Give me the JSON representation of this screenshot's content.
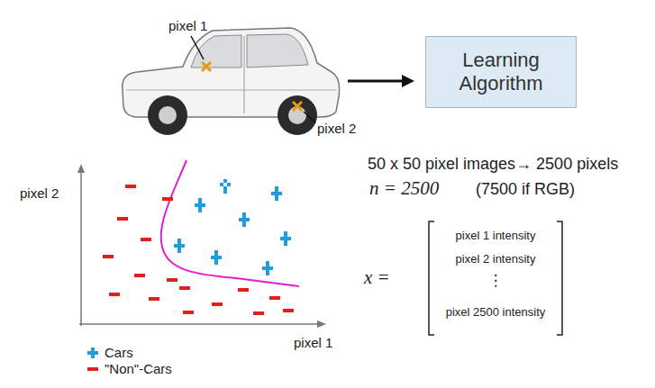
{
  "diagram": {
    "nodes": [
      {
        "text": [
          "Learning Algorithm"
        ]
      }
    ],
    "labels": [
      "pixel 1",
      "pixel 2",
      "50 x 50 pixel images→ 2500 pixels",
      "n = 2500",
      "(7500 if RGB)",
      "x =",
      "pixel 1 intensity",
      "pixel 2 intensity",
      "⋮",
      "pixel 2500 intensity",
      "pixel 2",
      "pixel 1"
    ],
    "legend": [
      {
        "text": "Cars"
      },
      {
        "text": "\"Non\"-Cars"
      }
    ]
  }
}
